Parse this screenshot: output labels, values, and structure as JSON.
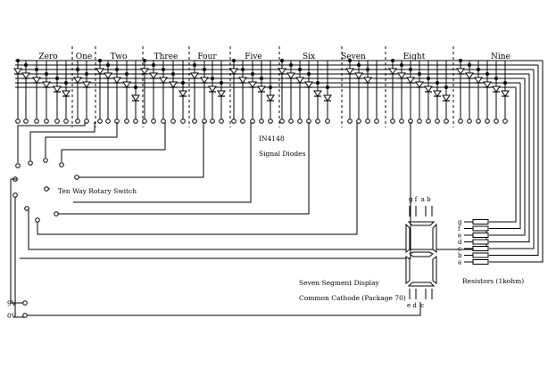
{
  "digit_labels": [
    "Zero",
    "One",
    "Two",
    "Three",
    "Four",
    "Five",
    "Six",
    "Seven",
    "Eight",
    "Nine"
  ],
  "diode_note": {
    "part": "IN4148",
    "desc": "Signal Diodes"
  },
  "switch_label": "Ten Way Rotary Switch",
  "display": {
    "top_pins": "g f  a b",
    "bottom_pins": "e d  c",
    "title": "Seven Segment Display",
    "subtitle": "Common Cathode (Package 70)"
  },
  "resistor_labels": [
    "g",
    "f",
    "e",
    "d",
    "c",
    "b",
    "a"
  ],
  "resistor_note": "Resistors (1kohm)",
  "supply": {
    "positive": "9V",
    "ground": "0V"
  }
}
